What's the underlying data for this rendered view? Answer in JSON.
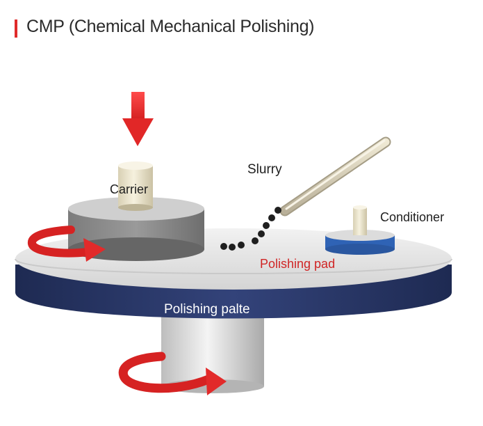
{
  "title": "CMP (Chemical Mechanical Polishing)",
  "labels": {
    "carrier": "Carrier",
    "slurry": "Slurry",
    "conditioner": "Conditioner",
    "polishing_pad": "Polishing pad",
    "polishing_plate": "Polishing palte"
  },
  "colors": {
    "accent_red": "#e02b2b",
    "plate_navy": "#2c3a66",
    "pad_label_red": "#d02525",
    "conditioner_blue": "#3a72c8"
  },
  "icons": {
    "pressure_arrow": "down-arrow-icon",
    "carrier_rotation": "rotation-arrow-icon",
    "plate_rotation": "rotation-arrow-icon"
  }
}
